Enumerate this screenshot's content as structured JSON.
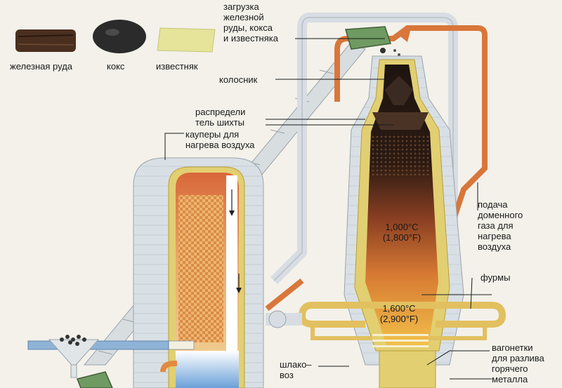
{
  "legend": {
    "iron_ore": "железная руда",
    "coke": "кокс",
    "limestone": "известняк"
  },
  "labels": {
    "loading": "загрузка\nжелезной\nруды, кокса\nи известняка",
    "throat": "колосник",
    "distributor": "распредели\nтель шихты",
    "stoves": "кауперы для\nнагрева воздуха",
    "gas_supply": "подача\nдоменного\nгаза для\nнагрева\nвоздуха",
    "tuyeres": "фурмы",
    "slag_car": "шлако–\nвоз",
    "ladle_cars": "вагонетки\nдля разлива\nгорячего\nметалла"
  },
  "temperatures": {
    "upper": "1,000°C\n(1,800°F)",
    "lower": "1,600°C\n(2,900°F)"
  },
  "colors": {
    "background": "#f3f1ea",
    "ore": "#4a2f1f",
    "coke": "#2b2b2b",
    "limestone": "#e6e49a",
    "furnace_lining": "#e2cf72",
    "molten": "#e07a2a",
    "pipe_hot": "#d9763a",
    "pipe_cold": "#d7dde2",
    "stove_shell": "#d9e0e5"
  }
}
